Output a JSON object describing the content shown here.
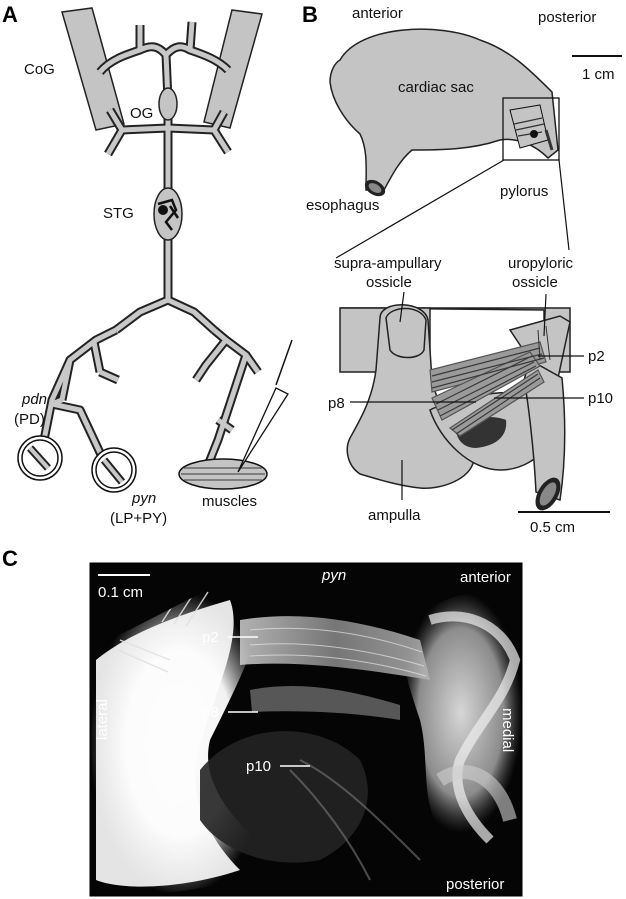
{
  "panels": {
    "a": {
      "letter": "A",
      "labels": {
        "cog": "CoG",
        "og": "OG",
        "stg": "STG",
        "pdn": "pdn",
        "pd": "(PD)",
        "pyn": "pyn",
        "lp_py": "(LP+PY)",
        "muscles": "muscles"
      }
    },
    "b": {
      "letter": "B",
      "labels": {
        "anterior": "anterior",
        "posterior": "posterior",
        "scale_1cm": "1 cm",
        "cardiac_sac": "cardiac sac",
        "esophagus": "esophagus",
        "pylorus": "pylorus",
        "supra_ampullary_1": "supra-ampullary",
        "supra_ampullary_2": "ossicle",
        "uropyloric_1": "uropyloric",
        "uropyloric_2": "ossicle",
        "p2": "p2",
        "p8": "p8",
        "p10": "p10",
        "ampulla": "ampulla",
        "scale_05cm": "0.5 cm"
      }
    },
    "c": {
      "letter": "C",
      "labels": {
        "scale": "0.1 cm",
        "pyn": "pyn",
        "anterior": "anterior",
        "p2": "p2",
        "p8": "p8",
        "p10": "p10",
        "lateral": "lateral",
        "medial": "medial",
        "posterior": "posterior"
      }
    }
  },
  "colors": {
    "tissue_gray": "#c4c4c4",
    "outline": "#222222",
    "photo_bg": "#050505"
  }
}
